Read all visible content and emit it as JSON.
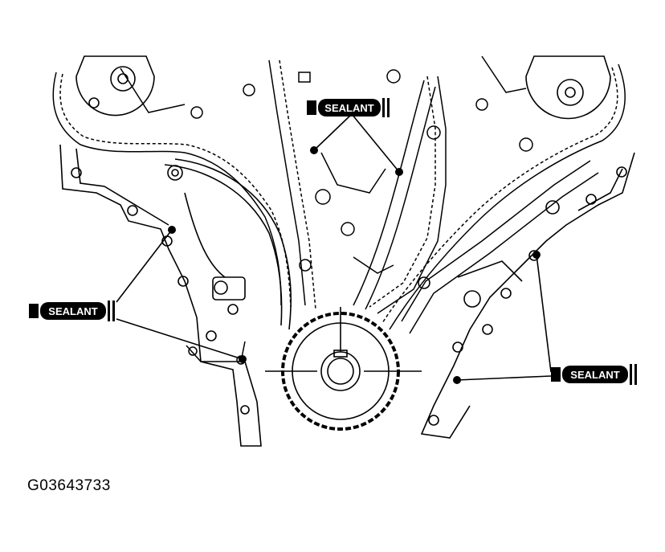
{
  "diagram": {
    "callouts": [
      {
        "id": "top",
        "label": "SEALANT"
      },
      {
        "id": "left",
        "label": "SEALANT"
      },
      {
        "id": "right",
        "label": "SEALANT"
      }
    ],
    "figure_id": "G03643733",
    "colors": {
      "line": "#000000",
      "background": "#ffffff",
      "callout_fill": "#000000",
      "callout_text": "#ffffff"
    }
  }
}
